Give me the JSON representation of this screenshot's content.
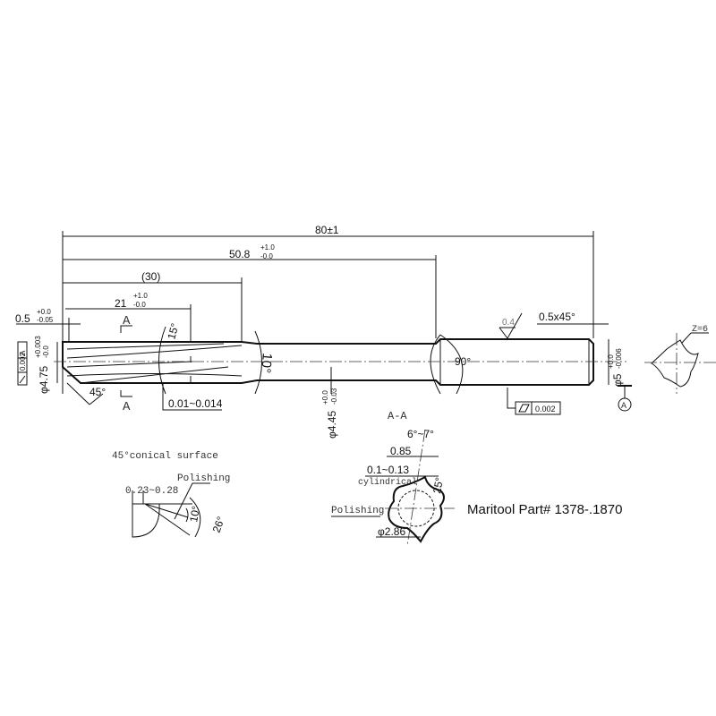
{
  "dimensions": {
    "overall_length": "80±1",
    "flute_to_shank": "50.8",
    "flute_to_shank_tol_upper": "+1.0",
    "flute_to_shank_tol_lower": "-0.0",
    "ref_length": "(30)",
    "flute_length": "21",
    "flute_length_tol_upper": "+1.0",
    "flute_length_tol_lower": "-0.0",
    "chamfer_length": "0.5",
    "chamfer_tol_upper": "+0.0",
    "chamfer_tol_lower": "-0.05",
    "cutting_diameter": "φ4.75",
    "cutting_diameter_tol_upper": "+0.003",
    "cutting_diameter_tol_lower": "-0.0",
    "runout_tolerance": "0.002",
    "runout_datum": "A",
    "helix_angle": "15°",
    "neck_angle": "10°",
    "chamfer_angle": "45°",
    "margin": "0.01~0.014",
    "neck_diameter": "φ4.45",
    "neck_diameter_tol_upper": "+0.0",
    "neck_diameter_tol_lower": "-0.03",
    "shank_angle": "90°",
    "surface_roughness": "0.4",
    "shank_chamfer": "0.5x45°",
    "shank_diameter": "φ5",
    "shank_diameter_tol_upper": "+0.0",
    "shank_diameter_tol_lower": "-0.006",
    "cylindricity_tolerance": "0.002",
    "datum_label": "A",
    "section_label": "A",
    "flute_count": "Z=6"
  },
  "detail_conical": {
    "title": "45°conical surface",
    "land": "0.23~0.28",
    "polishing": "Polishing",
    "angle_small": "10°",
    "angle_large": "26°"
  },
  "section_view": {
    "title": "A-A",
    "rake_angle": "6°~7°",
    "land_width": "0.85",
    "margin": "0.1~0.13",
    "margin_note": "cylindrical",
    "relief_angle": "25°",
    "polishing": "Polishing",
    "core_diameter": "φ2.86"
  },
  "part_number": "Maritool Part# 1378-.1870"
}
